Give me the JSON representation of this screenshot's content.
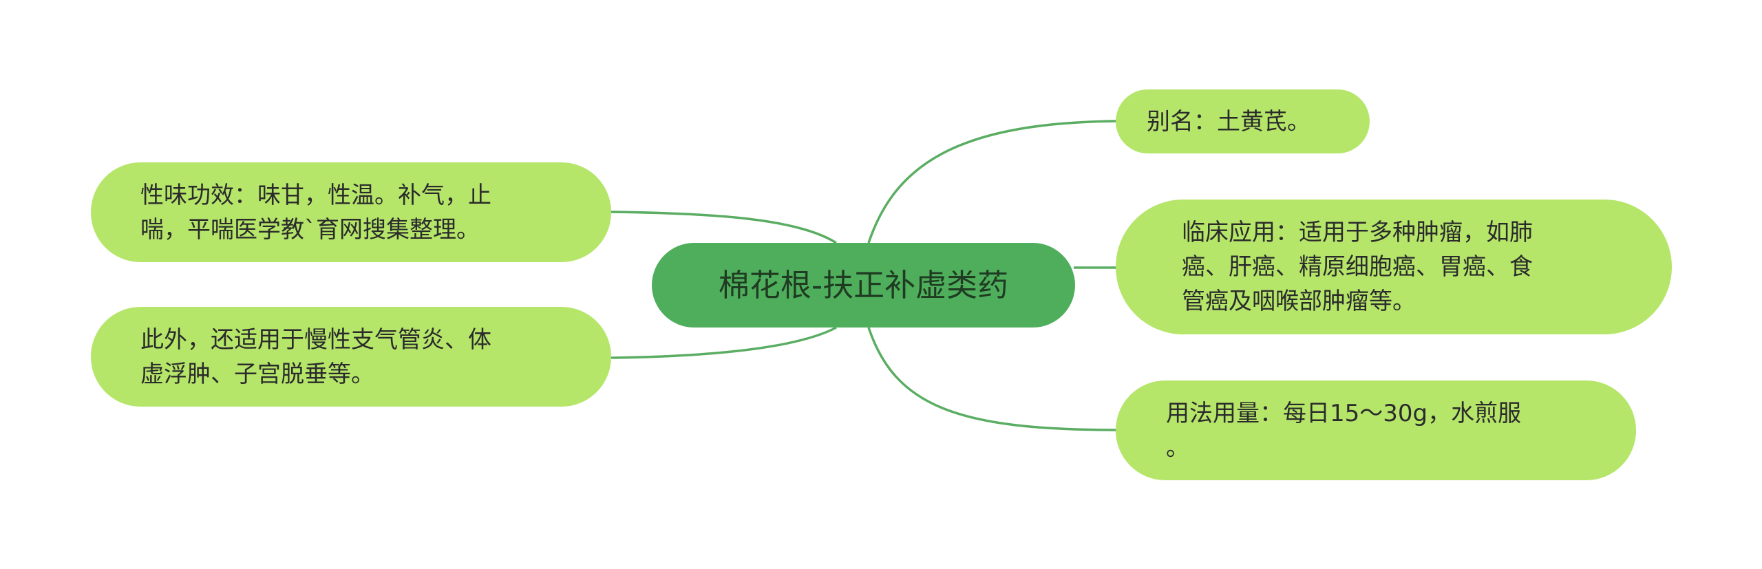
{
  "center": {
    "text": "棉花根-扶正补虚类药"
  },
  "left_nodes": [
    {
      "lines": [
        "性味功效：味甘，性温。补气，止",
        "喘，平喘医学教`育网搜集整理。"
      ]
    },
    {
      "lines": [
        "此外，还适用于慢性支气管炎、体",
        "虚浮肿、子宫脱垂等。"
      ]
    }
  ],
  "right_nodes": [
    {
      "lines": [
        "别名：土黄芪。"
      ]
    },
    {
      "lines": [
        "临床应用：适用于多种肿瘤，如肺",
        "癌、肝癌、精原细胞癌、胃癌、食",
        "管癌及咽喉部肿瘤等。"
      ]
    },
    {
      "lines": [
        "用法用量：每日15～30g，水煎服",
        "。"
      ]
    }
  ],
  "colors": {
    "center_fill": "#4fae5c",
    "leaf_fill": "#b5e66a",
    "link": "#5aad62"
  }
}
